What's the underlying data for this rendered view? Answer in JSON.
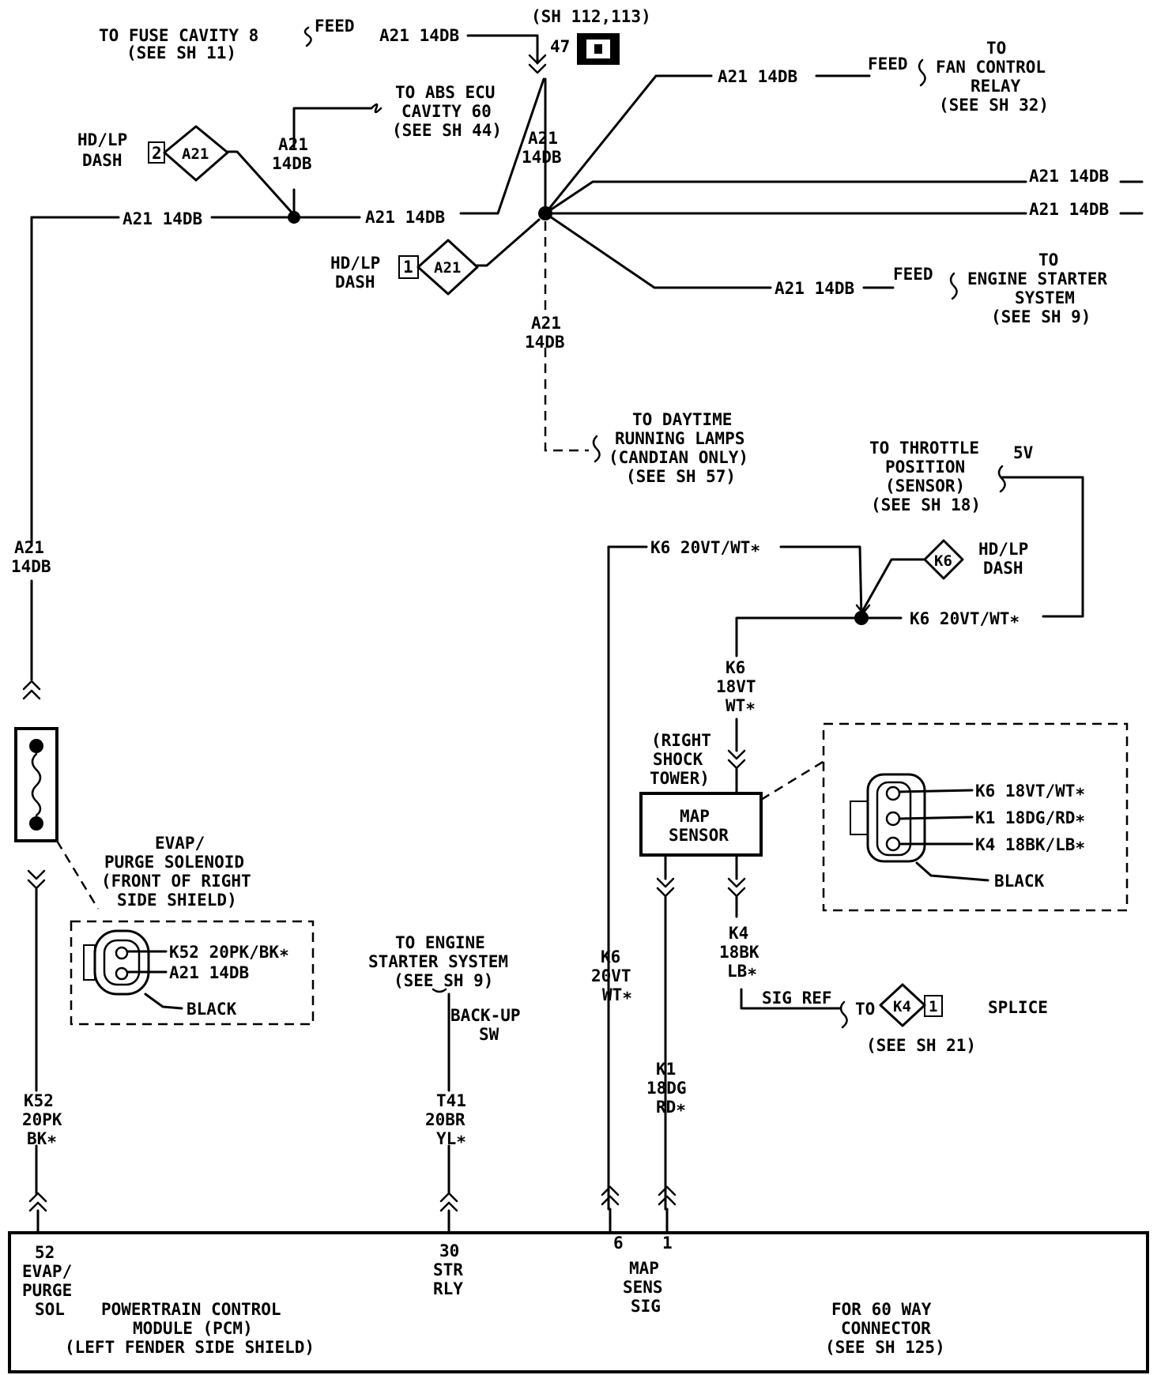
{
  "top": {
    "fuse_l1": "TO FUSE CAVITY 8",
    "fuse_l2": "(SEE SH 11)",
    "feed": "FEED",
    "wire_a21": "A21 14DB",
    "sh_ref": "(SH 112,113)",
    "pin47": "47",
    "abs_l1": "TO ABS ECU",
    "abs_l2": "CAVITY 60",
    "abs_l3": "(SEE SH 44)",
    "fan_l1": "TO",
    "fan_l2": "FAN CONTROL",
    "fan_l3": "RELAY",
    "fan_l4": "(SEE SH 32)",
    "hdlp_l1": "HD/LP",
    "hdlp_l2": "DASH",
    "conn_a21": "A21",
    "wire_a21_top": "A21",
    "wire_14db": "14DB",
    "pin2": "2",
    "pin1": "1",
    "starter_l1": "TO",
    "starter_l2": "ENGINE STARTER",
    "starter_l3": "SYSTEM",
    "starter_l4": "(SEE SH 9)",
    "drl_l1": "TO DAYTIME",
    "drl_l2": "RUNNING LAMPS",
    "drl_l3": "(CANDIAN ONLY)",
    "drl_l4": "(SEE SH 57)"
  },
  "tps": {
    "l1": "TO THROTTLE",
    "l2": "POSITION",
    "l3": "(SENSOR)",
    "l4": "(SEE SH 18)",
    "v5": "5V",
    "wire_k6": "K6 20VT/WT∗",
    "conn_k6": "K6",
    "k6_l1": "K6",
    "k6_l2": "18VT",
    "k6_l3": "WT∗"
  },
  "map": {
    "loc_l1": "(RIGHT",
    "loc_l2": "SHOCK",
    "loc_l3": "TOWER)",
    "name_l1": "MAP",
    "name_l2": "SENSOR",
    "pin_k6": "K6 18VT/WT∗",
    "pin_k1": "K1 18DG/RD∗",
    "pin_k4": "K4 18BK/LB∗",
    "color": "BLACK",
    "k4_l1": "K4",
    "k4_l2": "18BK",
    "k4_l3": "LB∗",
    "sigref": "SIG REF",
    "to": "TO",
    "conn_k4": "K4",
    "pin1": "1",
    "splice": "SPLICE",
    "splice_sh": "(SEE SH 21)",
    "k6v_l1": "K6",
    "k6v_l2": "20VT",
    "k6v_l3": "WT∗",
    "k1_l1": "K1",
    "k1_l2": "18DG",
    "k1_l3": "RD∗"
  },
  "evap": {
    "a21_l1": "A21",
    "a21_l2": "14DB",
    "name_l1": "EVAP/",
    "name_l2": "PURGE SOLENOID",
    "name_l3": "(FRONT OF RIGHT",
    "name_l4": "SIDE SHIELD)",
    "pin_k52": "K52 20PK/BK∗",
    "pin_a21": "A21 14DB",
    "color": "BLACK",
    "k52_l1": "K52",
    "k52_l2": "20PK",
    "k52_l3": "BK∗"
  },
  "backup": {
    "l1": "TO ENGINE",
    "l2": "STARTER SYSTEM",
    "l3": "(SEE SH 9)",
    "sw_l1": "BACK-UP",
    "sw_l2": "SW",
    "t41_l1": "T41",
    "t41_l2": "20BR",
    "t41_l3": "YL∗"
  },
  "pcm": {
    "pin52_l1": "52",
    "pin52_l2": "EVAP/",
    "pin52_l3": "PURGE",
    "pin52_l4": "SOL",
    "pin30_l1": "30",
    "pin30_l2": "STR",
    "pin30_l3": "RLY",
    "pin6": "6",
    "pin1": "1",
    "mapsig_l1": "MAP",
    "mapsig_l2": "SENS",
    "mapsig_l3": "SIG",
    "name_l1": "POWERTRAIN CONTROL",
    "name_l2": "MODULE (PCM)",
    "name_l3": "(LEFT FENDER SIDE SHIELD)",
    "conn_l1": "FOR 60 WAY",
    "conn_l2": "CONNECTOR",
    "conn_l3": "(SEE SH 125)"
  }
}
